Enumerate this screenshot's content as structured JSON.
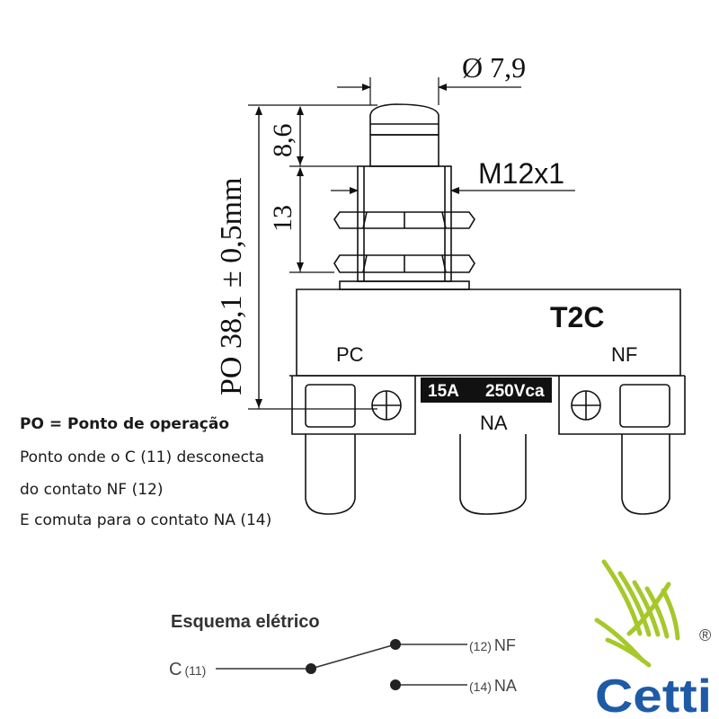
{
  "drawing": {
    "diameter_label": "Ø 7,9",
    "cap_height_label": "8,6",
    "thread_height_label": "13",
    "thread_label": "M12x1",
    "total_label": "PO  38,1 ± 0,5mm",
    "model": "T2C",
    "terminal_pc": "PC",
    "terminal_nf": "NF",
    "terminal_na": "NA",
    "rating_current": "15A",
    "rating_voltage": "250Vca"
  },
  "notes": {
    "po_title": "PO = Ponto de operação",
    "line1": "Ponto onde o C (11) desconecta",
    "line2": "do contato NF (12)",
    "line3": "E comuta para o contato NA (14)"
  },
  "schematic": {
    "title": "Esquema elétrico",
    "common_label": "C",
    "common_num": "(11)",
    "nf_num": "(12)",
    "nf_label": "NF",
    "na_num": "(14)",
    "na_label": "NA"
  },
  "logo": {
    "brand": "Cetti",
    "registered": "®",
    "colors": {
      "green": "#a6c82a",
      "blue": "#1f5aa6"
    }
  }
}
